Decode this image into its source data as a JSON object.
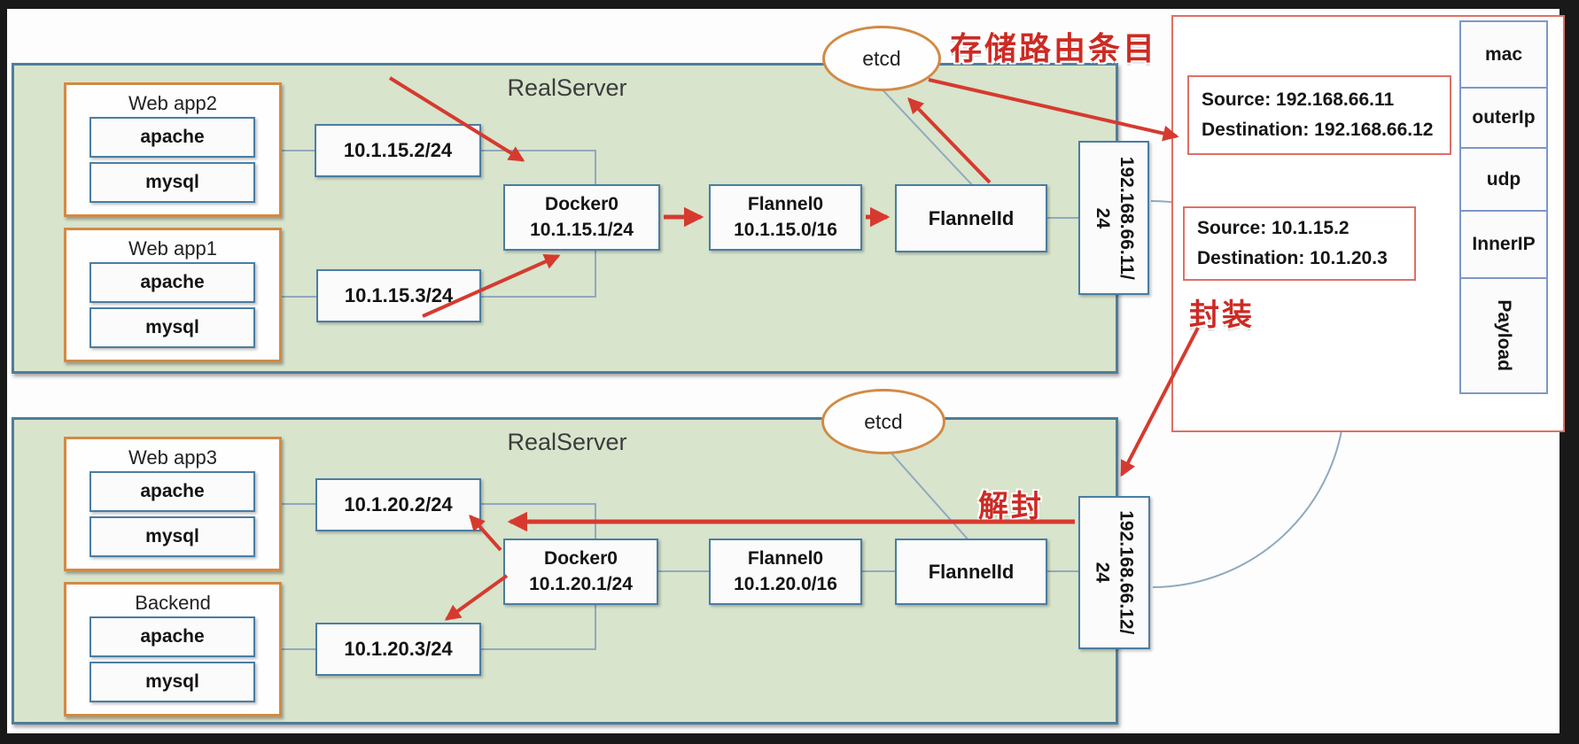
{
  "colors": {
    "server_fill": "#d8e4cc",
    "server_border": "#4f7d99",
    "orange_border": "#d28a44",
    "box_border": "#4a7da3",
    "red_arrow": "#d63a2f",
    "red_panel_border": "#dd7066",
    "cn_text": "#cc2b24",
    "stack_border": "#7d97c8",
    "connector": "#8fa9bf"
  },
  "servers": [
    {
      "title": "RealServer",
      "etcd": "etcd",
      "containers": [
        {
          "name": "Web app2",
          "services": [
            "apache",
            "mysql"
          ]
        },
        {
          "name": "Web app1",
          "services": [
            "apache",
            "mysql"
          ]
        }
      ],
      "ip_boxes": [
        "10.1.15.2/24",
        "10.1.15.3/24"
      ],
      "docker0": [
        "Docker0",
        "10.1.15.1/24"
      ],
      "flannel0": [
        "Flannel0",
        "10.1.15.0/16"
      ],
      "flanneld": "FlannelId",
      "host_ip": [
        "192.168.66.11/",
        "24"
      ]
    },
    {
      "title": "RealServer",
      "etcd": "etcd",
      "containers": [
        {
          "name": "Web app3",
          "services": [
            "apache",
            "mysql"
          ]
        },
        {
          "name": "Backend",
          "services": [
            "apache",
            "mysql"
          ]
        }
      ],
      "ip_boxes": [
        "10.1.20.2/24",
        "10.1.20.3/24"
      ],
      "docker0": [
        "Docker0",
        "10.1.20.1/24"
      ],
      "flannel0": [
        "Flannel0",
        "10.1.20.0/16"
      ],
      "flanneld": "FlannelId",
      "host_ip": [
        "192.168.66.12/",
        "24"
      ]
    }
  ],
  "annotations": {
    "store_route": "存储路由条目",
    "encapsulate": "封装",
    "decapsulate": "解封"
  },
  "panel": {
    "route_box": {
      "lines": [
        "Source:  192.168.66.11",
        "Destination:  192.168.66.12"
      ]
    },
    "inner_box": {
      "lines": [
        "Source:  10.1.15.2",
        "Destination:  10.1.20.3"
      ]
    },
    "stack": [
      "mac",
      "outerIp",
      "udp",
      "InnerIP",
      "Payload"
    ]
  }
}
